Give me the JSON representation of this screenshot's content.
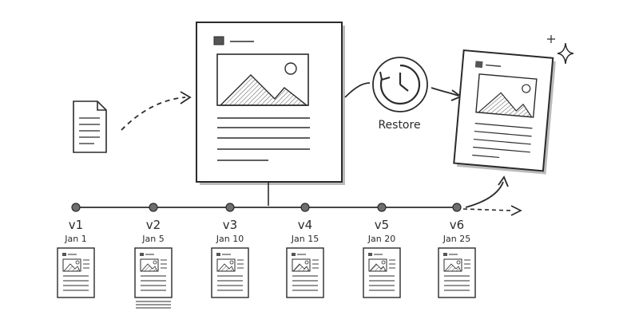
{
  "diagram": {
    "restore_label": "Restore",
    "versions": [
      {
        "label": "v1",
        "date": "Jan 1"
      },
      {
        "label": "v2",
        "date": "Jan 5"
      },
      {
        "label": "v3",
        "date": "Jan 10"
      },
      {
        "label": "v4",
        "date": "Jan 15"
      },
      {
        "label": "v5",
        "date": "Jan 20"
      },
      {
        "label": "v6",
        "date": "Jan 25"
      }
    ],
    "icons": [
      "file-icon",
      "document-icon",
      "image-placeholder-icon",
      "clock-history-icon",
      "sparkle-icon"
    ],
    "colors": {
      "ink": "#2b2b2b",
      "fill": "#7a7a7a"
    }
  }
}
